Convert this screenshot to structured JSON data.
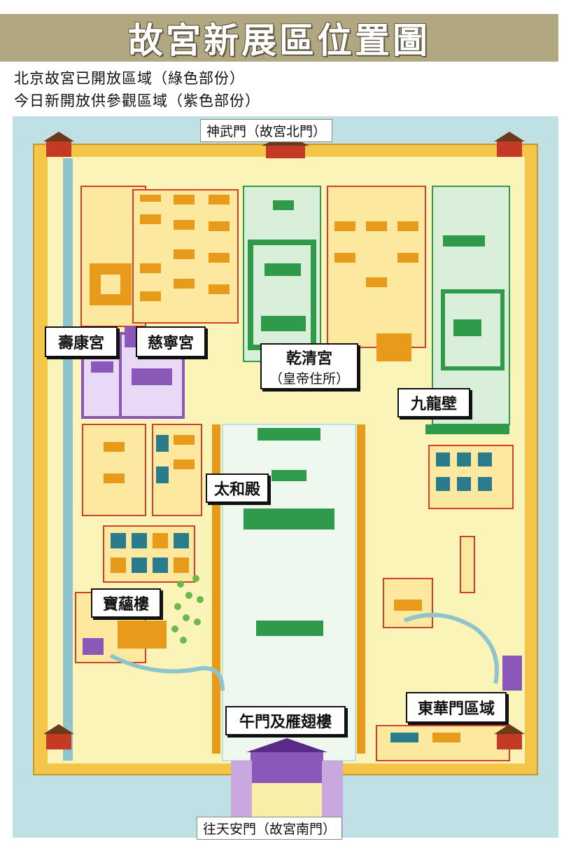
{
  "title": "故宮新展區位置圖",
  "legend": {
    "open_area": "北京故宮已開放區域（綠色部份）",
    "new_area": "今日新開放供參觀區域（紫色部份）"
  },
  "gates": {
    "north": "神武門（故宮北門）",
    "south": "往天安門（故宮南門）"
  },
  "places": {
    "shoukang": "壽康宮",
    "cining": "慈寧宮",
    "qianqing": "乾清宮",
    "qianqing_note": "（皇帝住所）",
    "jiulongbi": "九龍壁",
    "taihe": "太和殿",
    "baoyun": "寶蘊樓",
    "donghua": "東華門區域",
    "wumen": "午門及雁翅樓"
  },
  "colors": {
    "title_bar": "#b1a882",
    "moat": "#bfe0e4",
    "wall": "#f0c040",
    "ground": "#fbf4b8",
    "open_green": "#2f9a4a",
    "new_purple": "#8a58b8",
    "building_orange": "#e89a1a",
    "outline_red": "#d2402a",
    "building_teal": "#2a7c8c"
  },
  "icons": [
    "corner-tower-icon",
    "gate-tower-icon",
    "hall-icon",
    "tree-icon"
  ]
}
